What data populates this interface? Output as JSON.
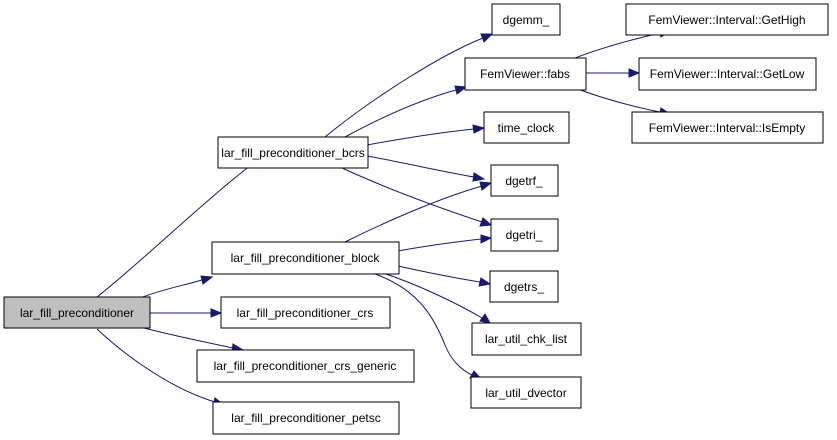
{
  "diagram": {
    "type": "call-graph",
    "edge_color": "#191970",
    "root_fill": "#bfbfbf",
    "nodes": {
      "root": "lar_fill_preconditioner",
      "bcrs": "lar_fill_preconditioner_bcrs",
      "block": "lar_fill_preconditioner_block",
      "crs": "lar_fill_preconditioner_crs",
      "crs_generic": "lar_fill_preconditioner_crs_generic",
      "petsc": "lar_fill_preconditioner_petsc",
      "dgemm": "dgemm_",
      "fabs": "FemViewer::fabs",
      "time_clock": "time_clock",
      "dgetrf": "dgetrf_",
      "dgetri": "dgetri_",
      "dgetrs": "dgetrs_",
      "chk_list": "lar_util_chk_list",
      "dvector": "lar_util_dvector",
      "gethigh": "FemViewer::Interval::GetHigh",
      "getlow": "FemViewer::Interval::GetLow",
      "isempty": "FemViewer::Interval::IsEmpty"
    },
    "edges": [
      [
        "root",
        "bcrs"
      ],
      [
        "root",
        "block"
      ],
      [
        "root",
        "crs"
      ],
      [
        "root",
        "crs_generic"
      ],
      [
        "root",
        "petsc"
      ],
      [
        "bcrs",
        "dgemm"
      ],
      [
        "bcrs",
        "fabs"
      ],
      [
        "bcrs",
        "time_clock"
      ],
      [
        "bcrs",
        "dgetrf"
      ],
      [
        "bcrs",
        "dgetri"
      ],
      [
        "block",
        "dgetrf"
      ],
      [
        "block",
        "dgetri"
      ],
      [
        "block",
        "dgetrs"
      ],
      [
        "block",
        "chk_list"
      ],
      [
        "block",
        "dvector"
      ],
      [
        "fabs",
        "gethigh"
      ],
      [
        "fabs",
        "getlow"
      ],
      [
        "fabs",
        "isempty"
      ]
    ]
  }
}
